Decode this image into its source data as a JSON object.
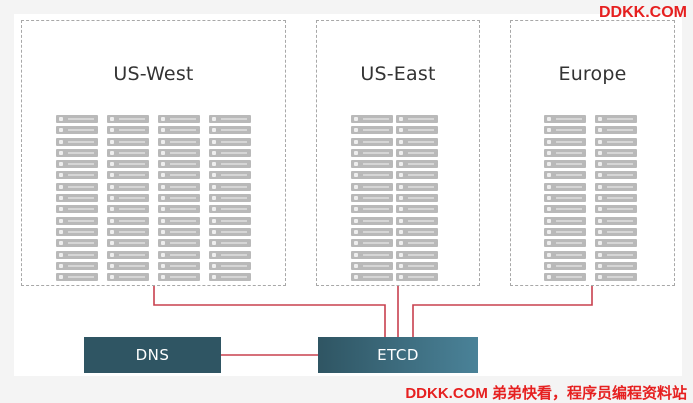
{
  "regions": [
    {
      "id": "us-west",
      "title": "US-West",
      "racks": 4,
      "servers_per_rack": 15
    },
    {
      "id": "us-east",
      "title": "US-East",
      "racks": 2,
      "servers_per_rack": 15
    },
    {
      "id": "europe",
      "title": "Europe",
      "racks": 2,
      "servers_per_rack": 15
    }
  ],
  "nodes": {
    "dns": {
      "label": "DNS"
    },
    "etcd": {
      "label": "ETCD"
    }
  },
  "colors": {
    "wire": "#c8404e",
    "box_dark": "#2f5563",
    "box_light": "#4a8298",
    "server": "#b9b9b9",
    "watermark": "#e62020"
  },
  "watermark": {
    "top": "DDKK.COM",
    "bottom": "DDKK.COM 弟弟快看，程序员编程资料站"
  }
}
